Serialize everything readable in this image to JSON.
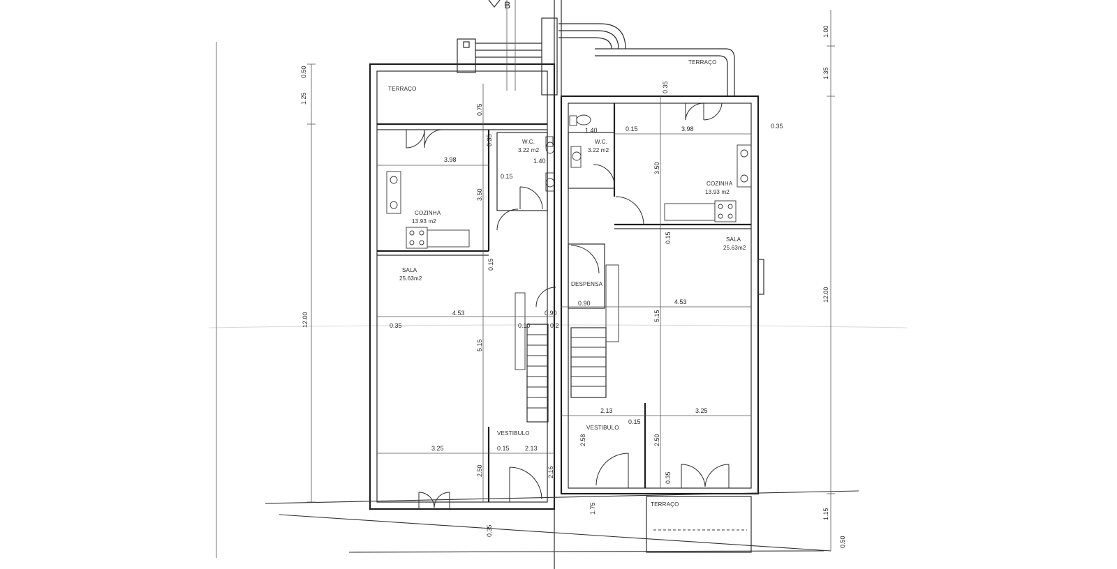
{
  "plan": {
    "north_mark": "B",
    "rooms": [
      {
        "id": "terraco-top-left",
        "label": "TERRAÇO"
      },
      {
        "id": "terraco-top-right",
        "label": "TERRAÇO"
      },
      {
        "id": "cozinha-left",
        "label": "COZINHA",
        "area": "13.93 m2"
      },
      {
        "id": "cozinha-right",
        "label": "COZINHA",
        "area": "13.93 m2"
      },
      {
        "id": "wc-left",
        "label": "W.C.",
        "area": "3.22 m2"
      },
      {
        "id": "wc-right",
        "label": "W.C.",
        "area": "3.22 m2"
      },
      {
        "id": "sala-left",
        "label": "SALA",
        "area": "25.63m2"
      },
      {
        "id": "sala-right",
        "label": "SALA",
        "area": "25.63m2"
      },
      {
        "id": "despensa",
        "label": "DESPENSA"
      },
      {
        "id": "vestibulo-left",
        "label": "VESTIBULO"
      },
      {
        "id": "vestibulo-right",
        "label": "VESTIBULO"
      },
      {
        "id": "terraco-bottom-right",
        "label": "TERRAÇO"
      }
    ],
    "dimensions": {
      "d_398_left": "3.98",
      "d_398_right": "3.98",
      "d_350_left": "3.50",
      "d_350_right": "3.50",
      "d_453_left": "4.53",
      "d_453_right": "4.53",
      "d_515_left": "5.15",
      "d_515_right": "5.15",
      "d_325_left": "3.25",
      "d_325_right": "3.25",
      "d_213_left": "2.13",
      "d_213_right": "2.13",
      "d_250_left": "2.50",
      "d_250_right": "2.50",
      "d_140_left": "1.40",
      "d_140_right": "1.40",
      "d_035_a": "0.35",
      "d_035_b": "0.35",
      "d_035_c": "0.35",
      "d_035_d": "0.35",
      "d_035_e": "0.35",
      "d_035_f": "0.35",
      "d_015_a": "0.15",
      "d_015_b": "0.15",
      "d_015_c": "0.15",
      "d_015_d": "0.15",
      "d_015_e": "0.15",
      "d_015_f": "0.15",
      "d_075": "0.75",
      "d_090_left": "0.90",
      "d_090_right": "0.90",
      "d_010": "0.10",
      "d_02": "0.2",
      "d_216": "2.16",
      "d_258": "2.58",
      "d_175": "1.75",
      "d_050_left": "0.50",
      "d_125_left": "1.25",
      "d_1200_left": "12.00",
      "d_100_right": "1.00",
      "d_135_right": "1.35",
      "d_1200_right": "12.00",
      "d_115_right": "1.15",
      "d_050_right": "0.50",
      "d_035_bottom": "0.35"
    }
  }
}
